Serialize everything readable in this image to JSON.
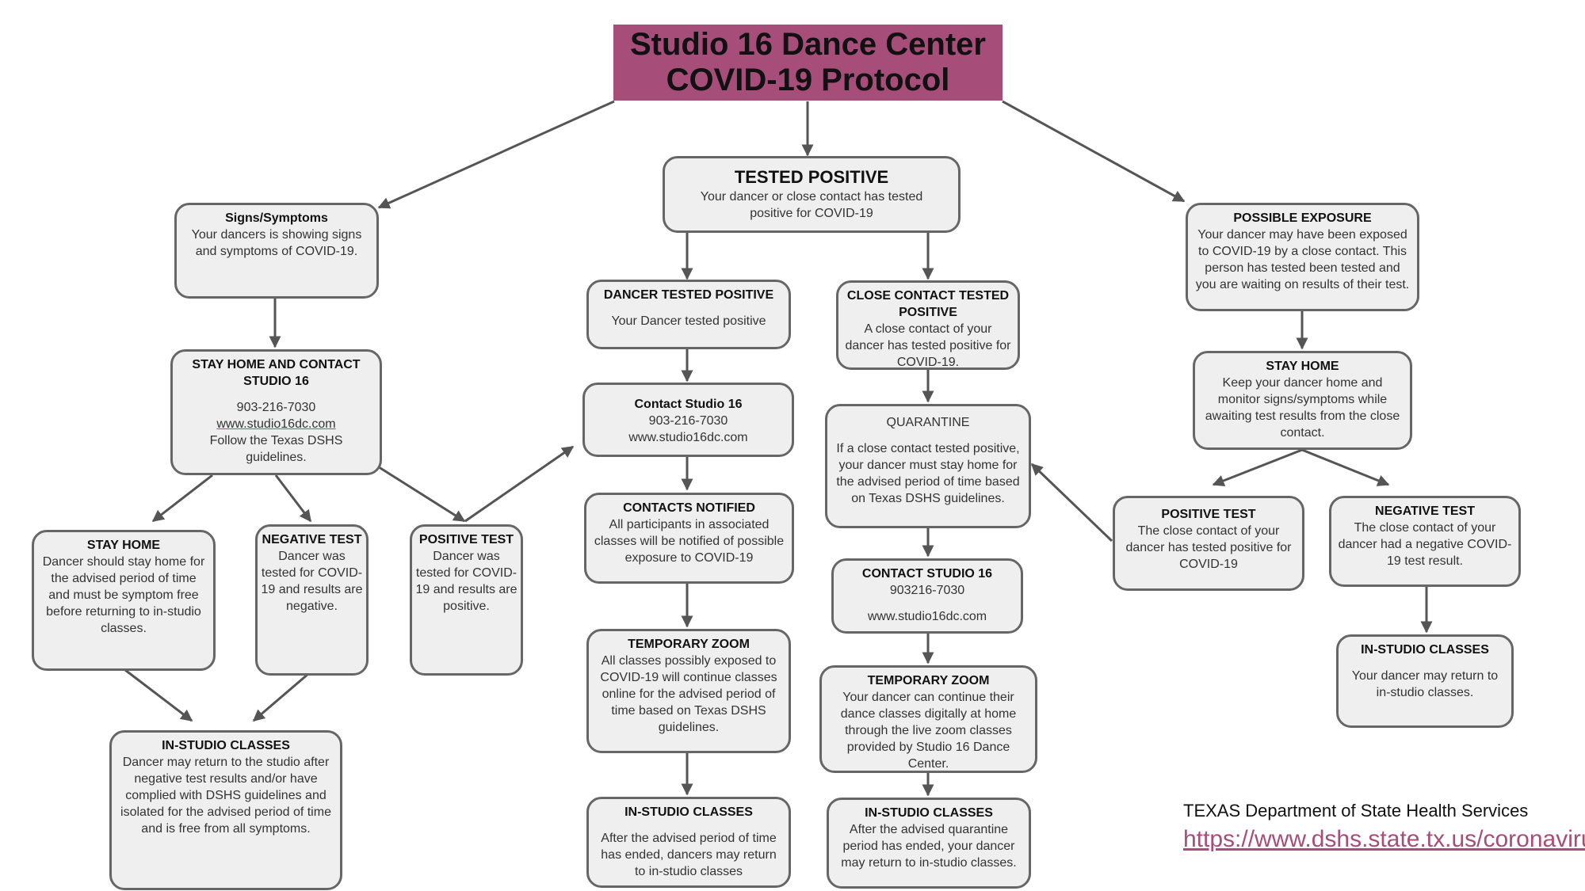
{
  "title": {
    "line1": "Studio 16 Dance Center",
    "line2": "COVID-19 Protocol",
    "color": "#a64d79"
  },
  "signs": {
    "header": "Signs/Symptoms",
    "text": "Your dancers is showing signs and symptoms of COVID-19."
  },
  "stay_home_contact": {
    "header": "STAY HOME AND CONTACT STUDIO 16",
    "phone": "903-216-7030",
    "website": "www.studio16dc.com",
    "text": "Follow the Texas DSHS guidelines."
  },
  "stay_home_left": {
    "header": "STAY HOME",
    "text": "Dancer should stay home for the advised period of time and must be symptom free before returning to in-studio classes."
  },
  "negative_test_left": {
    "header": "NEGATIVE TEST",
    "text": "Dancer was tested for COVID-19 and results are negative."
  },
  "positive_test_left": {
    "header": "POSITIVE TEST",
    "text": "Dancer was tested for COVID-19 and results are positive."
  },
  "instudio_left": {
    "header": "IN-STUDIO CLASSES",
    "text": "Dancer may return to the studio after negative test results and/or have complied with DSHS guidelines and isolated for the advised period of time and is free from all symptoms."
  },
  "tested_positive": {
    "header": "TESTED POSITIVE",
    "text": "Your dancer or close contact has tested positive for COVID-19"
  },
  "dancer_tested_positive": {
    "header": "DANCER TESTED POSITIVE",
    "text": "Your Dancer tested positive"
  },
  "contact_studio_center": {
    "header": "Contact Studio 16",
    "phone": "903-216-7030",
    "website": "www.studio16dc.com"
  },
  "contacts_notified": {
    "header": "CONTACTS NOTIFIED",
    "text": "All participants in associated classes will be notified of possible exposure to COVID-19"
  },
  "zoom_center": {
    "header": "TEMPORARY ZOOM",
    "text": "All classes possibly exposed to COVID-19 will continue classes online for the advised period of time based on Texas DSHS guidelines."
  },
  "instudio_center": {
    "header": "IN-STUDIO CLASSES",
    "text": "After the advised period of time has ended, dancers may return to in-studio classes"
  },
  "close_contact_positive": {
    "header": "CLOSE CONTACT TESTED POSITIVE",
    "text": "A close contact of your dancer has tested positive for COVID-19."
  },
  "quarantine": {
    "header": "QUARANTINE",
    "text": "If a close contact tested positive, your dancer must stay home for the advised period of time based on Texas DSHS guidelines."
  },
  "contact_studio_right": {
    "header": "CONTACT STUDIO 16",
    "phone": "903216-7030",
    "website": "www.studio16dc.com"
  },
  "zoom_right": {
    "header": "TEMPORARY ZOOM",
    "text": "Your dancer can continue their dance classes digitally at home through the live zoom classes provided by Studio 16 Dance Center."
  },
  "instudio_right": {
    "header": "IN-STUDIO CLASSES",
    "text": "After the advised quarantine period has ended, your dancer may return to in-studio classes."
  },
  "possible_exposure": {
    "header": "POSSIBLE EXPOSURE",
    "text": "Your dancer may have been exposed to COVID-19 by a close contact.  This person has tested been tested and you are waiting on results of their test."
  },
  "stay_home_right": {
    "header": "STAY HOME",
    "text": "Keep your dancer home and monitor signs/symptoms while awaiting test results from the close contact."
  },
  "positive_test_right": {
    "header": "POSITIVE TEST",
    "text": "The close contact of your dancer has tested positive for COVID-19"
  },
  "negative_test_right": {
    "header": "NEGATIVE TEST",
    "text": "The close contact of your dancer had a negative COVID-19 test result."
  },
  "instudio_far_right": {
    "header": "IN-STUDIO CLASSES",
    "text": "Your dancer may return to in-studio classes."
  },
  "dshs": {
    "label": "TEXAS Department of State Health Services",
    "url": "https://www.dshs.state.tx.us/coronavirus/"
  }
}
